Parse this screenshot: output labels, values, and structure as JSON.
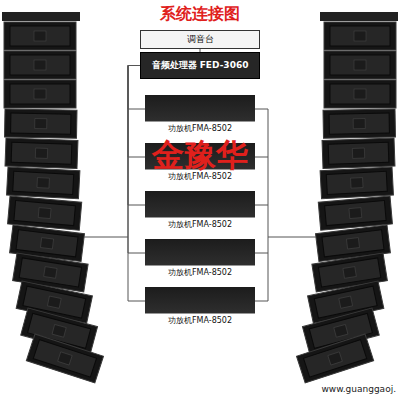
{
  "diagram": {
    "title": "系统连接图",
    "nodes": [
      {
        "text": [
          "调音台"
        ]
      },
      {
        "text": [
          "音频处理器 FED-3060"
        ]
      },
      {
        "text": [
          "功放机FMA-8502"
        ]
      },
      {
        "text": [
          "功放机FMA-8502"
        ]
      },
      {
        "text": [
          "功放机FMA-8502"
        ]
      },
      {
        "text": [
          "功放机FMA-8502"
        ]
      },
      {
        "text": [
          "功放机FMA-8502"
        ]
      }
    ],
    "edges": [
      {
        "from": 0,
        "to": 1,
        "arrow": "none"
      },
      {
        "from": 1,
        "to": 2,
        "arrow": "none"
      },
      {
        "from": 1,
        "to": 3,
        "arrow": "none"
      },
      {
        "from": 1,
        "to": 4,
        "arrow": "none"
      },
      {
        "from": 1,
        "to": 5,
        "arrow": "none"
      },
      {
        "from": 1,
        "to": 6,
        "arrow": "none"
      }
    ],
    "labels": [
      "金豫华",
      "www.guanggaoj."
    ]
  }
}
